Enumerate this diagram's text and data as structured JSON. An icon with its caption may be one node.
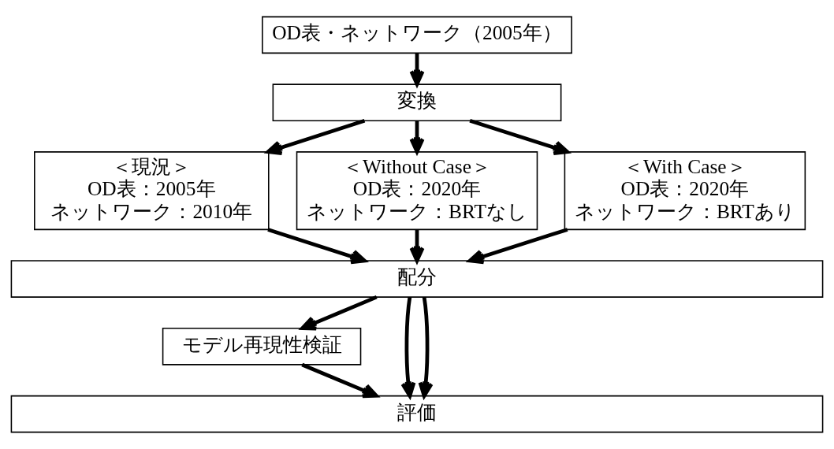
{
  "diagram": {
    "nodes": [
      {
        "text": [
          "OD表・ネットワーク（2005年）"
        ]
      },
      {
        "text": [
          "変換"
        ]
      },
      {
        "text": [
          "＜現況＞",
          "OD表：2005年",
          "ネットワーク：2010年"
        ]
      },
      {
        "text": [
          "＜Without Case＞",
          "OD表：2020年",
          "ネットワーク：BRTなし"
        ]
      },
      {
        "text": [
          "＜With Case＞",
          "OD表：2020年",
          "ネットワーク：BRTあり"
        ]
      },
      {
        "text": [
          "配分"
        ]
      },
      {
        "text": [
          "モデル再現性検証"
        ]
      },
      {
        "text": [
          "評価"
        ]
      }
    ],
    "edges": [
      {
        "from": 0,
        "to": 1,
        "arrow": "to"
      },
      {
        "from": 1,
        "to": 2,
        "arrow": "to"
      },
      {
        "from": 1,
        "to": 3,
        "arrow": "to"
      },
      {
        "from": 1,
        "to": 4,
        "arrow": "to"
      },
      {
        "from": 2,
        "to": 5,
        "arrow": "to"
      },
      {
        "from": 3,
        "to": 5,
        "arrow": "to"
      },
      {
        "from": 4,
        "to": 5,
        "arrow": "to"
      },
      {
        "from": 5,
        "to": 6,
        "arrow": "to"
      },
      {
        "from": 6,
        "to": 7,
        "arrow": "to"
      },
      {
        "from": 5,
        "to": 7,
        "arrow": "to"
      },
      {
        "from": 5,
        "to": 7,
        "arrow": "to"
      }
    ]
  }
}
